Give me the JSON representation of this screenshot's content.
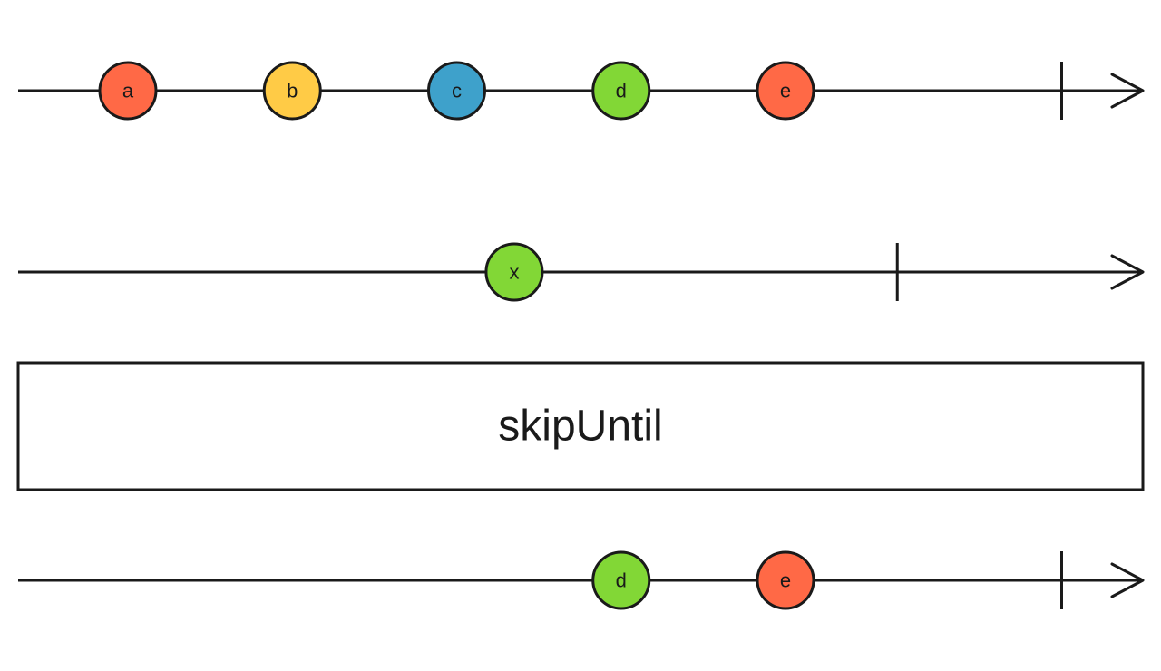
{
  "operator": {
    "name": "skipUntil"
  },
  "timelines": [
    {
      "id": "source",
      "marbles": [
        {
          "label": "a",
          "time": 1,
          "color": "#ff6946"
        },
        {
          "label": "b",
          "time": 2,
          "color": "#ffcb46"
        },
        {
          "label": "c",
          "time": 3,
          "color": "#3ea1cb"
        },
        {
          "label": "d",
          "time": 4,
          "color": "#82d736"
        },
        {
          "label": "e",
          "time": 5,
          "color": "#ff6946"
        }
      ],
      "complete_time": 6.68
    },
    {
      "id": "notifier",
      "marbles": [
        {
          "label": "x",
          "time": 3.35,
          "color": "#82d736"
        }
      ],
      "complete_time": 5.68
    },
    {
      "id": "result",
      "marbles": [
        {
          "label": "d",
          "time": 4,
          "color": "#82d736"
        },
        {
          "label": "e",
          "time": 5,
          "color": "#ff6946"
        }
      ],
      "complete_time": 6.68
    }
  ]
}
